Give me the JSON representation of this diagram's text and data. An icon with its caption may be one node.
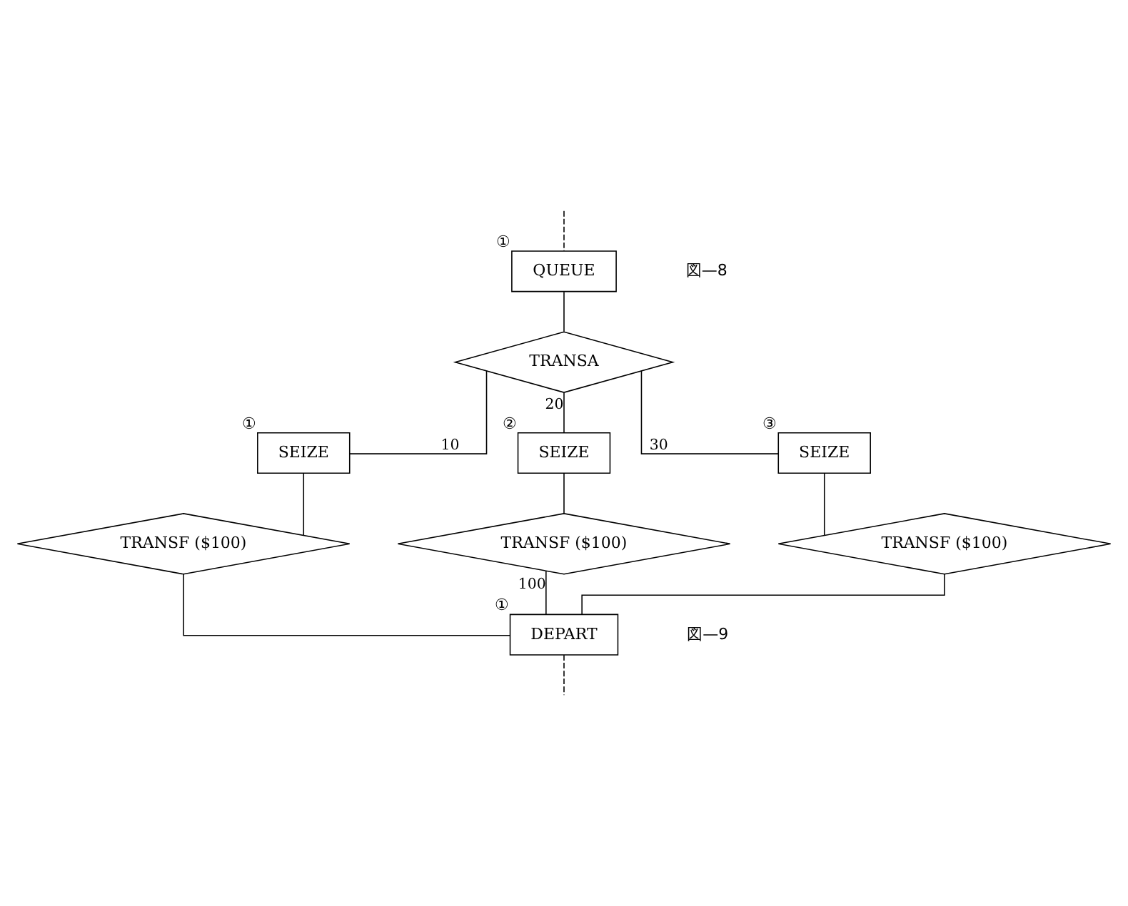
{
  "diagram": {
    "nodes": [
      {
        "text": [
          "QUEUE"
        ],
        "beside": [
          "①"
        ]
      },
      {
        "text": [
          "TRANSA"
        ]
      },
      {
        "text": [
          "SEIZE"
        ],
        "beside": [
          "①"
        ]
      },
      {
        "text": [
          "SEIZE"
        ],
        "beside": [
          "②"
        ]
      },
      {
        "text": [
          "SEIZE"
        ],
        "beside": [
          "③"
        ]
      },
      {
        "text": [
          "TRANSF ($100)"
        ]
      },
      {
        "text": [
          "TRANSF ($100)"
        ]
      },
      {
        "text": [
          "TRANSF ($100)"
        ]
      },
      {
        "text": [
          "DEPART"
        ],
        "beside": [
          "①"
        ]
      }
    ],
    "edges": [
      {
        "from": null,
        "to": 0,
        "arrow": "none",
        "style": "dashed"
      },
      {
        "from": 0,
        "to": 1,
        "arrow": "none"
      },
      {
        "from": 1,
        "to": 2,
        "arrow": "none",
        "label": "10"
      },
      {
        "from": 1,
        "to": 3,
        "arrow": "none",
        "label": "20"
      },
      {
        "from": 1,
        "to": 4,
        "arrow": "none",
        "label": "30"
      },
      {
        "from": 2,
        "to": 5,
        "arrow": "none"
      },
      {
        "from": 3,
        "to": 6,
        "arrow": "none"
      },
      {
        "from": 4,
        "to": 7,
        "arrow": "none"
      },
      {
        "from": 5,
        "to": 8,
        "arrow": "none"
      },
      {
        "from": 6,
        "to": 8,
        "arrow": "none",
        "label": "100"
      },
      {
        "from": 7,
        "to": 8,
        "arrow": "none"
      },
      {
        "from": 8,
        "to": null,
        "arrow": "none",
        "style": "dashed"
      }
    ],
    "labels": [
      "図—8",
      "図—9"
    ]
  }
}
